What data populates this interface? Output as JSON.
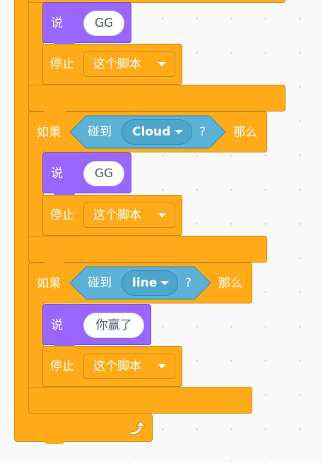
{
  "blocks": {
    "say1": {
      "keyword": "说",
      "value": "GG"
    },
    "stop1": {
      "keyword": "停止",
      "option": "这个脚本"
    },
    "if2": {
      "keyword": "如果",
      "touching": "碰到",
      "target": "Cloud",
      "question": "?",
      "then": "那么"
    },
    "say2": {
      "keyword": "说",
      "value": "GG"
    },
    "stop2": {
      "keyword": "停止",
      "option": "这个脚本"
    },
    "if3": {
      "keyword": "如果",
      "touching": "碰到",
      "target": "line",
      "question": "?",
      "then": "那么"
    },
    "say3": {
      "keyword": "说",
      "value": "你赢了"
    },
    "stop3": {
      "keyword": "停止",
      "option": "这个脚本"
    },
    "loop_icon": "repeat-arrow-icon"
  },
  "colors": {
    "control": "#ffab19",
    "looks": "#9966ff",
    "sensing": "#5cb1d6",
    "workspace": "#f9f9f9"
  }
}
